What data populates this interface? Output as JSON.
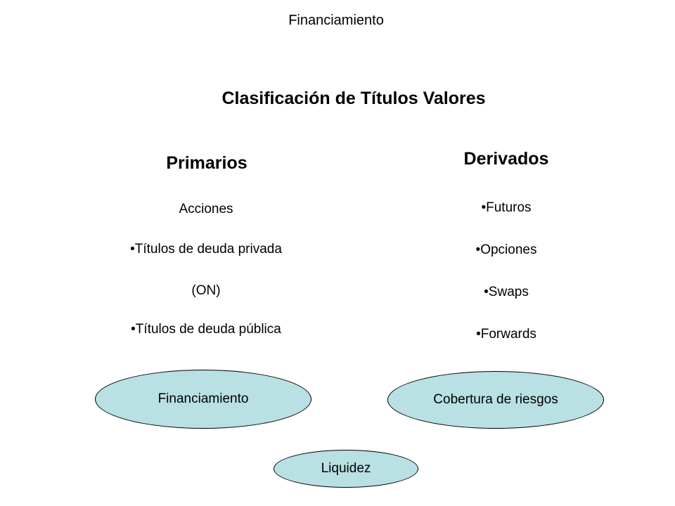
{
  "header": "Financiamiento",
  "title": "Clasificación de Títulos Valores",
  "primarios": {
    "heading": "Primarios",
    "items": [
      "Acciones",
      "•Títulos de deuda privada",
      "(ON)",
      "•Títulos de deuda pública"
    ]
  },
  "derivados": {
    "heading": "Derivados",
    "items": [
      "•Futuros",
      "•Opciones",
      "•Swaps",
      "•Forwards"
    ]
  },
  "ellipses": {
    "financiamiento": "Financiamiento",
    "cobertura": "Cobertura de riesgos",
    "liquidez": "Liquidez"
  },
  "colors": {
    "ellipse_fill": "#b9e0e3",
    "ellipse_border": "#000000"
  }
}
